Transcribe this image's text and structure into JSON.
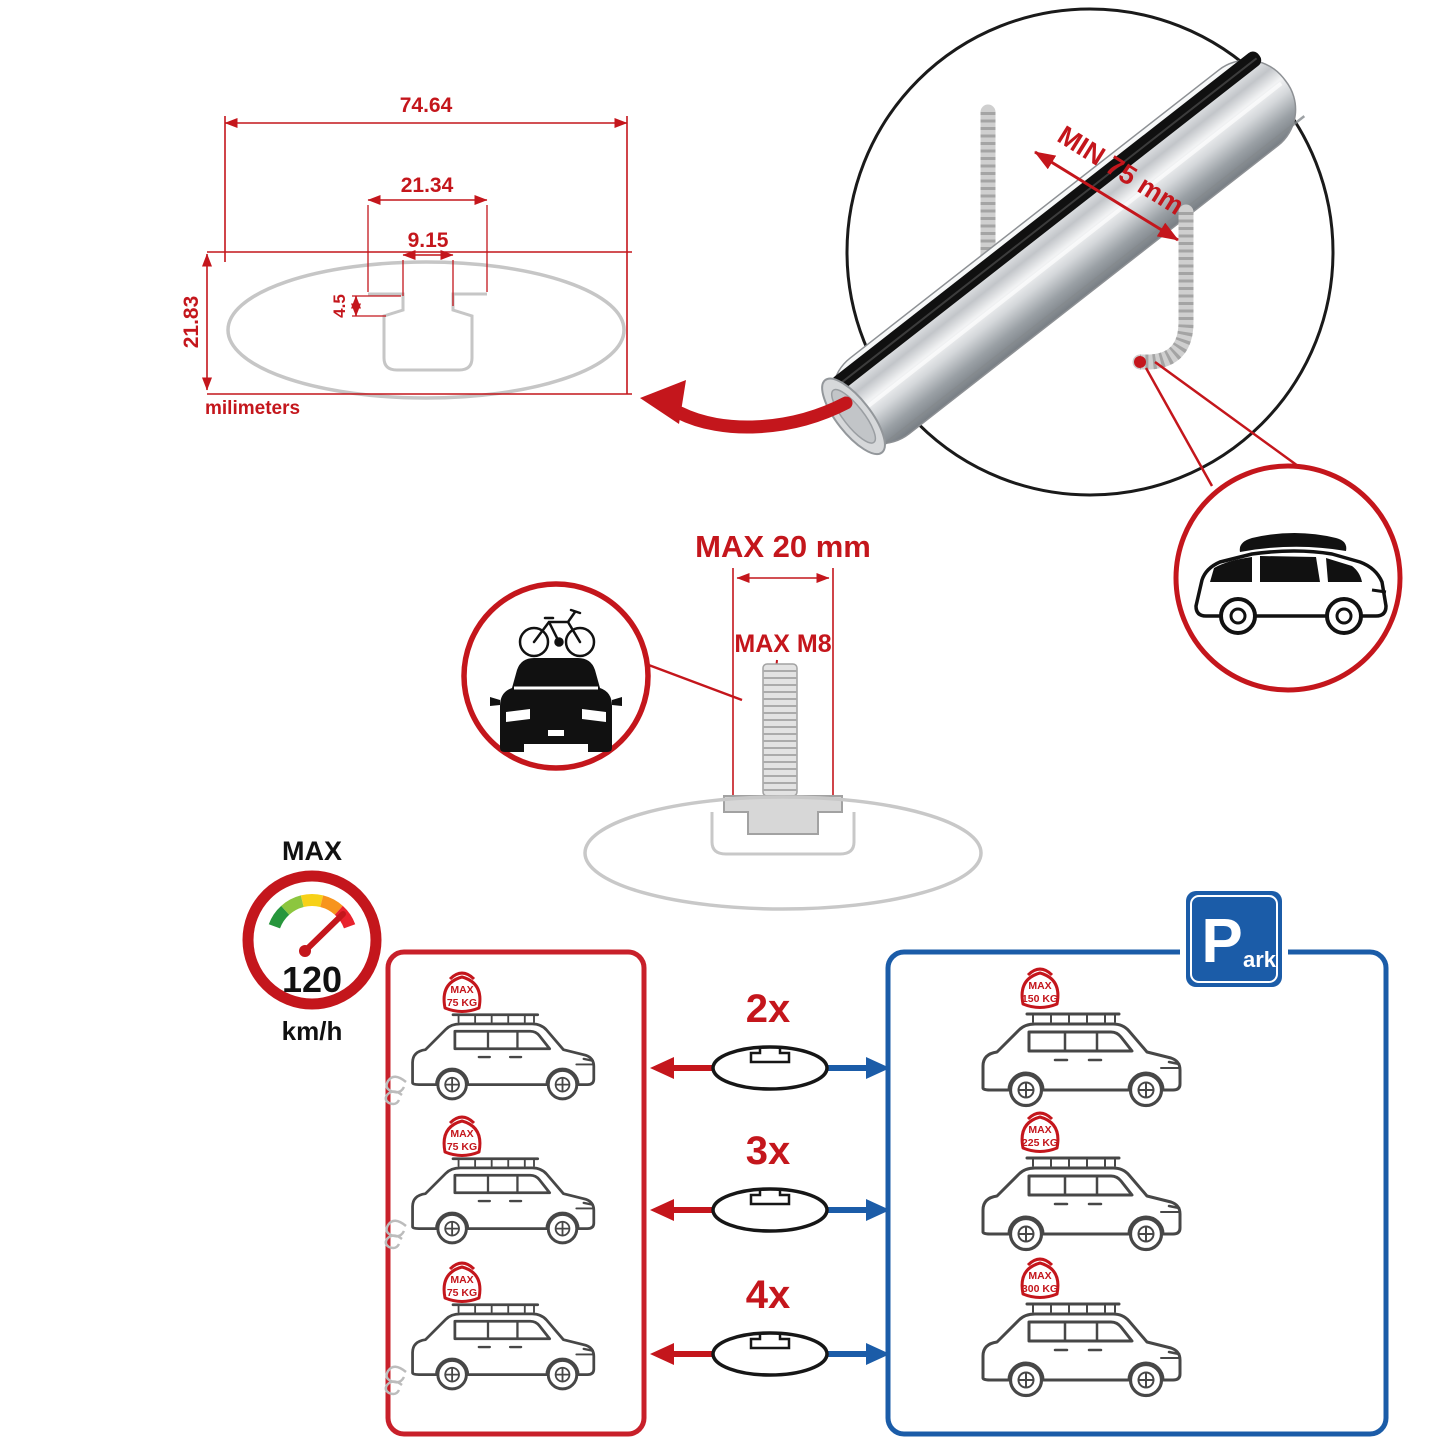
{
  "colors": {
    "accent_red": "#C4161C",
    "accent_blue": "#1B5CA8",
    "drawing_gray": "#C6C6C6",
    "ink": "#111111",
    "bar_silver": "#C2C5C9"
  },
  "dimension_diagram": {
    "total_width": "74.64",
    "channel_width": "21.34",
    "slot_width": "9.15",
    "slot_depth": "4.5",
    "total_height": "21.83",
    "units_label": "milimeters"
  },
  "crossbar_detail": {
    "min_clamp_label": "MIN 75 mm"
  },
  "bolt_detail": {
    "max_length_label": "MAX 20 mm",
    "max_thread_label": "MAX M8"
  },
  "speed_limit": {
    "title": "MAX",
    "value": "120",
    "unit": "km/h"
  },
  "parking_sign": {
    "letter": "P",
    "suffix": "ark"
  },
  "driving_panel": {
    "cars": [
      {
        "badge_title": "MAX",
        "badge_value": "75 KG"
      },
      {
        "badge_title": "MAX",
        "badge_value": "75 KG"
      },
      {
        "badge_title": "MAX",
        "badge_value": "75 KG"
      }
    ]
  },
  "parked_panel": {
    "cars": [
      {
        "badge_title": "MAX",
        "badge_value": "150 KG"
      },
      {
        "badge_title": "MAX",
        "badge_value": "225 KG"
      },
      {
        "badge_title": "MAX",
        "badge_value": "300 KG"
      }
    ]
  },
  "quantity_rows": [
    {
      "multiplier": "2x"
    },
    {
      "multiplier": "3x"
    },
    {
      "multiplier": "4x"
    }
  ]
}
